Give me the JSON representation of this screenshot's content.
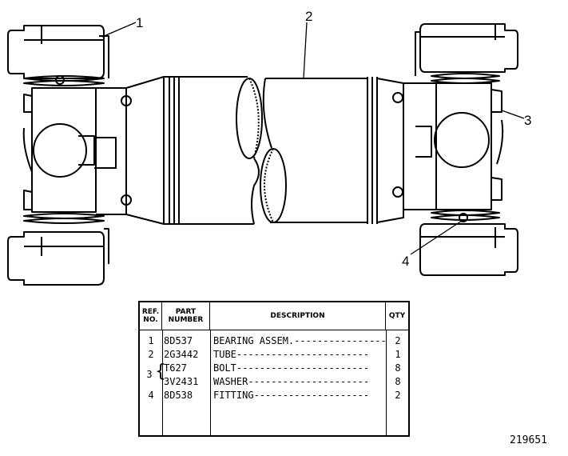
{
  "callouts": [
    "1",
    "2",
    "3",
    "4"
  ],
  "table": {
    "headers": {
      "ref": "REF.\nNO.",
      "part": "PART\nNUMBER",
      "description": "DESCRIPTION",
      "qty": "QTY"
    },
    "rows": [
      {
        "ref": "1",
        "part": "8D537",
        "description": "BEARING ASSEM.",
        "qty": "2"
      },
      {
        "ref": "2",
        "part": "2G3442",
        "description": "TUBE",
        "qty": "1"
      },
      {
        "ref": "",
        "part": "T627",
        "description": "BOLT",
        "qty": "8"
      },
      {
        "ref": "3",
        "part": "3V2431",
        "description": "WASHER",
        "qty": "8"
      },
      {
        "ref": "4",
        "part": "8D538",
        "description": "FITTING",
        "qty": "2"
      }
    ]
  },
  "drawing_number": "219651"
}
